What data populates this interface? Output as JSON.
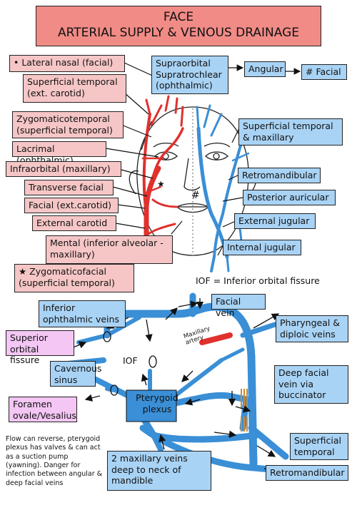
{
  "title": {
    "line1": "FACE",
    "line2": "ARTERIAL SUPPLY & VENOUS DRAINAGE"
  },
  "arteries": {
    "lateral_nasal": "• Lateral nasal (facial)",
    "superficial_temporal": "Superficial temporal (ext. carotid)",
    "zygomaticotemporal": "Zygomaticotemporal (superficial temporal)",
    "lacrimal": "Lacrimal (ophthalmic)",
    "infraorbital": "Infraorbital (maxillary)",
    "transverse_facial": "Transverse facial",
    "facial": "Facial (ext.carotid)",
    "external_carotid": "External carotid",
    "mental": "Mental (inferior alveolar -maxillary)",
    "zygomaticofacial": "★ Zygomaticofacial (superficial temporal)"
  },
  "veins": {
    "supraorbital": "Supraorbital Supratrochlear (ophthalmic)",
    "angular": "Angular",
    "facial_hash": "# Facial",
    "superficial_temporal_maxillary": "Superficial temporal & maxillary",
    "retromandibular": "Retromandibular",
    "posterior_auricular": "Posterior auricular",
    "external_jugular": "External jugular",
    "internal_jugular": "Internal jugular"
  },
  "drainage": {
    "iof_legend": "IOF = Inferior orbital fissure",
    "inferior_ophthalmic": "Inferior ophthalmic veins",
    "facial_vein": "Facial vein",
    "pharyngeal": "Pharyngeal & diploic veins",
    "superior_orbital_fissure": "Superior orbital fissure",
    "maxillary_artery": "Maxillary artery",
    "iof": "IOF",
    "cavernous_sinus": "Cavernous sinus",
    "deep_facial": "Deep facial vein via buccinator",
    "pterygoid_plexus": "Pterygoid plexus",
    "foramen_ovale": "Foramen ovale/Vesalius",
    "note": "Flow can reverse, pterygoid plexus has valves & can act as a suction pump (yawning). Danger for infection between angular & deep facial veins",
    "maxillary_veins": "2 maxillary veins deep to neck of mandible",
    "superficial_temporal": "Superficial temporal",
    "retromandibular": "Retromandibular"
  },
  "colors": {
    "artery": "#e0312d",
    "vein": "#3a8fd6",
    "title_bg": "#f08b86",
    "artery_box": "#f6c6c6",
    "vein_box": "#a9d3f5",
    "lavender": "#f3c6f3"
  }
}
